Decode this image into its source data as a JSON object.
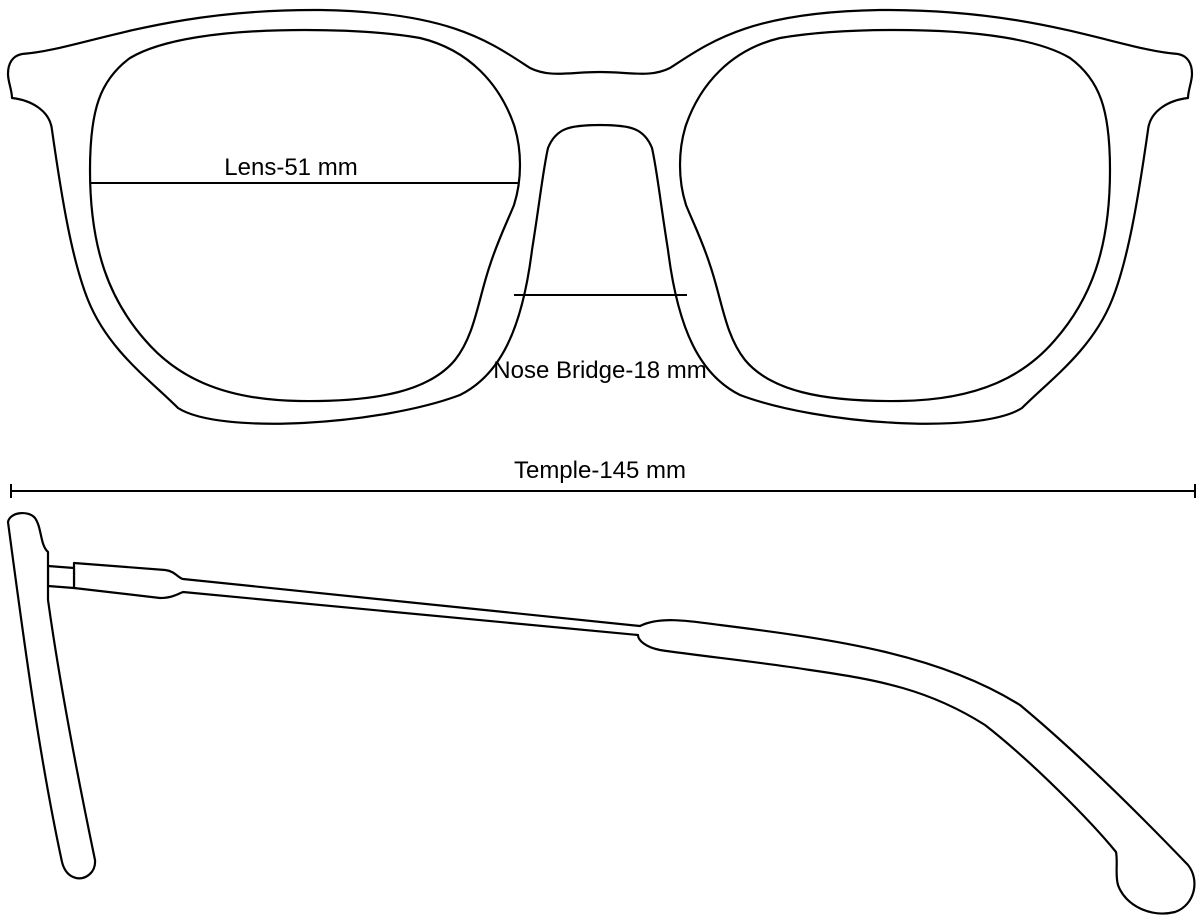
{
  "labels": {
    "lens": "Lens-51 mm",
    "nose_bridge": "Nose Bridge-18 mm",
    "temple": "Temple-145 mm"
  },
  "colors": {
    "stroke": "#000000",
    "background": "#ffffff"
  }
}
